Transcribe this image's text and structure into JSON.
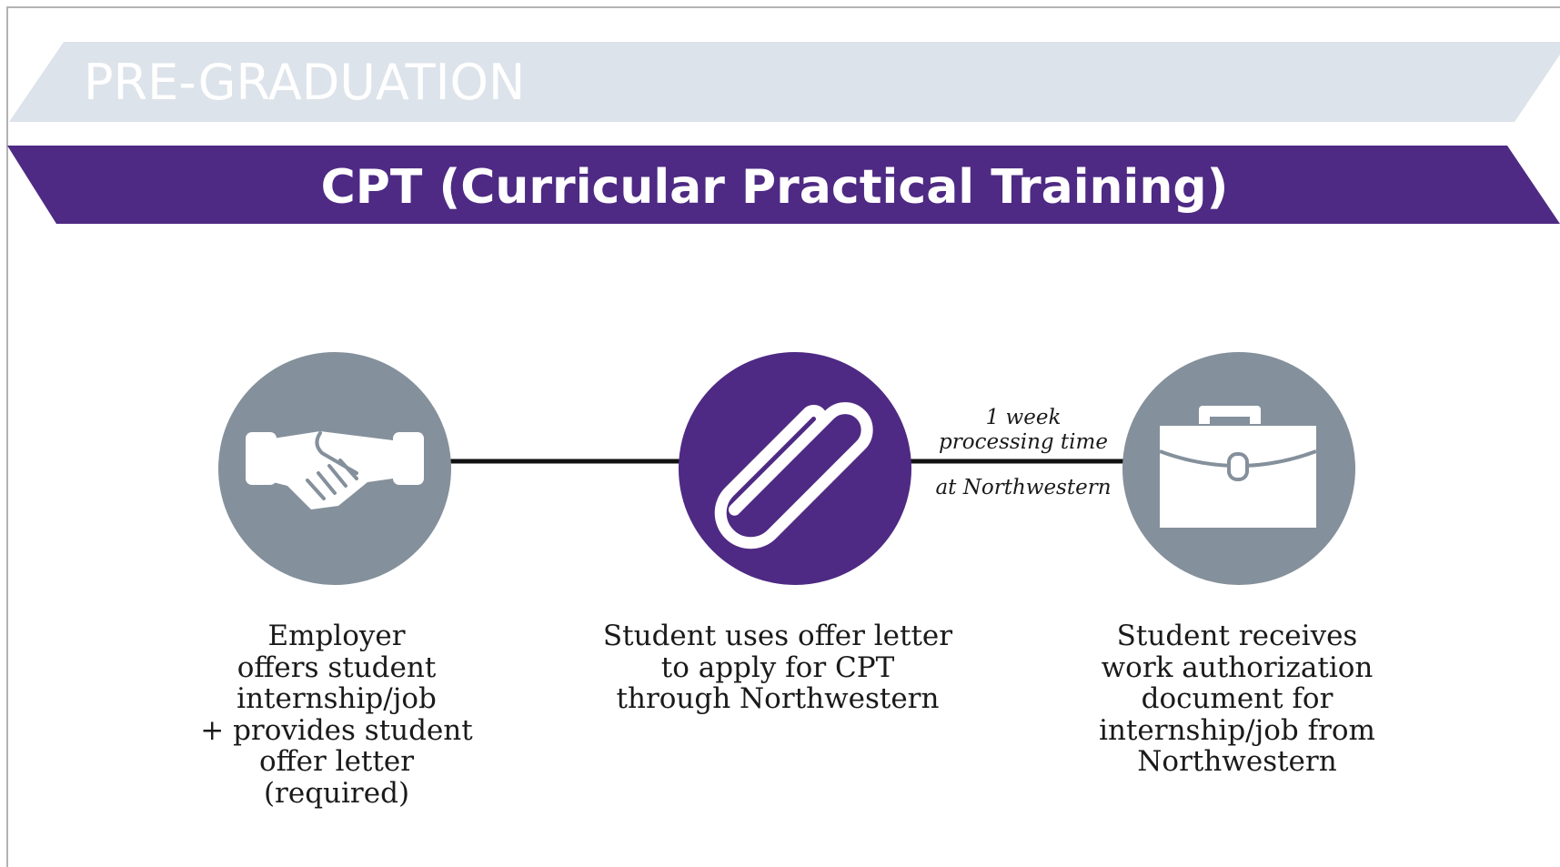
{
  "banner": {
    "phase": "PRE-GRADUATION",
    "title": "CPT (Curricular Practical Training)"
  },
  "colors": {
    "purple": "#4e2a84",
    "gray_circle": "#84909b",
    "pale_banner": "#dde3ea",
    "connector": "#111111"
  },
  "steps": [
    {
      "icon": "handshake-icon",
      "circle_color": "gray",
      "text": "Employer\noffers student\ninternship/job\n+ provides student\noffer letter\n(required)"
    },
    {
      "icon": "paperclip-icon",
      "circle_color": "purple",
      "text": "Student uses offer letter\nto apply for CPT\nthrough Northwestern"
    },
    {
      "icon": "briefcase-icon",
      "circle_color": "gray",
      "text": "Student receives\nwork authorization\ndocument for\ninternship/job from\nNorthwestern"
    }
  ],
  "processing_note": {
    "line1": "1 week",
    "line2": "processing time",
    "line3": "at Northwestern"
  }
}
